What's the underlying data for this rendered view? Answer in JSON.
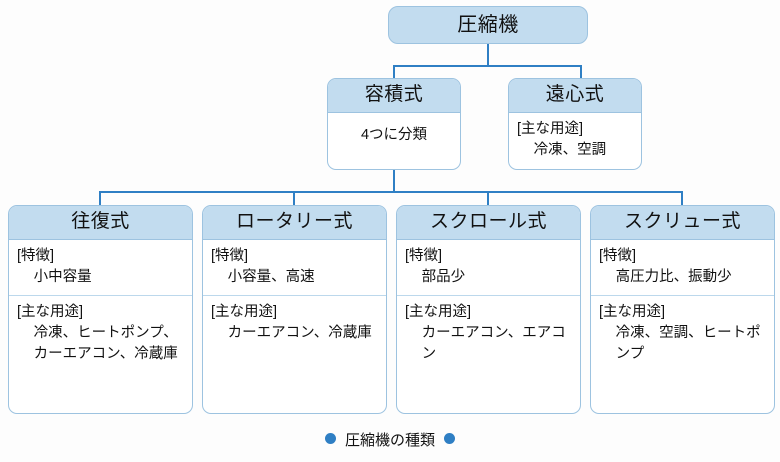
{
  "caption": {
    "text": "圧縮機の種類",
    "bullet_icon": "circle-bullet-icon",
    "bullet_color": "#2f7fc4"
  },
  "theme": {
    "line_color": "#2f7fc4",
    "header_fill": "#c2dcef",
    "border_color": "#9dc3e0",
    "body_fill": "#ffffff",
    "background": "#fdfdfd"
  },
  "tree": {
    "root": {
      "title": "圧縮機"
    },
    "level2": [
      {
        "title": "容積式",
        "sections": [
          {
            "label": "",
            "value": "4つに分類",
            "centered": true
          }
        ]
      },
      {
        "title": "遠心式",
        "sections": [
          {
            "label": "[主な用途]",
            "value": "冷凍、空調",
            "centered": false
          }
        ]
      }
    ],
    "level3": [
      {
        "title": "往復式",
        "sections": [
          {
            "label": "[特徴]",
            "value": "小中容量"
          },
          {
            "label": "[主な用途]",
            "value": "冷凍、ヒートポンプ、カーエアコン、冷蔵庫"
          }
        ]
      },
      {
        "title": "ロータリー式",
        "sections": [
          {
            "label": "[特徴]",
            "value": "小容量、高速"
          },
          {
            "label": "[主な用途]",
            "value": "カーエアコン、冷蔵庫"
          }
        ]
      },
      {
        "title": "スクロール式",
        "sections": [
          {
            "label": "[特徴]",
            "value": "部品少"
          },
          {
            "label": "[主な用途]",
            "value": "カーエアコン、エアコン"
          }
        ]
      },
      {
        "title": "スクリュー式",
        "sections": [
          {
            "label": "[特徴]",
            "value": "高圧力比、振動少"
          },
          {
            "label": "[主な用途]",
            "value": "冷凍、空調、ヒートポンプ"
          }
        ]
      }
    ]
  }
}
